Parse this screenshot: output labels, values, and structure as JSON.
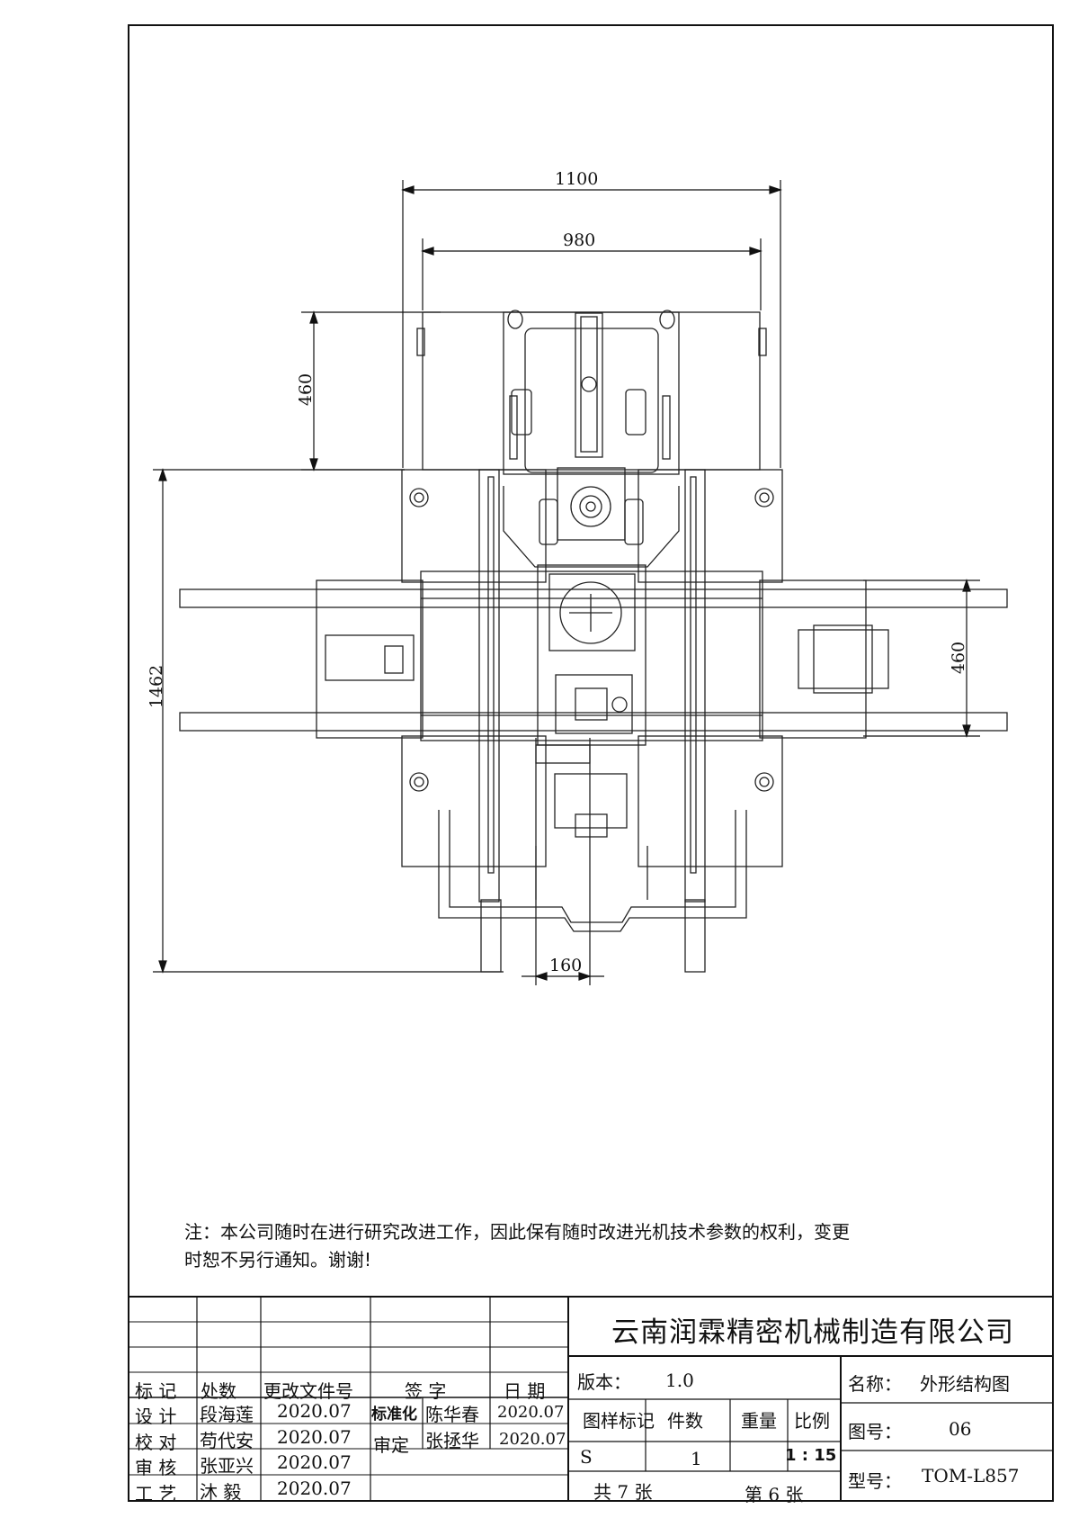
{
  "dimensions": {
    "overall_width": "1100",
    "inner_width": "980",
    "top_height": "460",
    "overall_height": "1462",
    "rail_spacing": "460",
    "spindle_offset": "160"
  },
  "note": {
    "line1": "注：本公司随时在进行研究改进工作，因此保有随时改进光机技术参数的权利，变更",
    "line2": "时恕不另行通知。谢谢!"
  },
  "title_block": {
    "company": "云南润霖精密机械制造有限公司",
    "headers": {
      "mark": "标 记",
      "count": "处数",
      "change_doc": "更改文件号",
      "signature": "签 字",
      "date": "日 期"
    },
    "roles": [
      {
        "role": "设 计",
        "name": "段海莲",
        "date": "2020.07"
      },
      {
        "role": "校 对",
        "name": "苟代安",
        "date": "2020.07"
      },
      {
        "role": "审 核",
        "name": "张亚兴",
        "date": "2020.07"
      },
      {
        "role": "工 艺",
        "name": "沐 毅",
        "date": "2020.07"
      }
    ],
    "approvals": [
      {
        "role": "标准化",
        "name": "陈华春",
        "date": "2020.07"
      },
      {
        "role": "审定",
        "name": "张拯华",
        "date": "2020.07"
      }
    ],
    "version_label": "版本：",
    "version_value": "1.0",
    "pattern_mark_label": "图样标记",
    "pieces_label": "件数",
    "weight_label": "重量",
    "scale_label": "比例",
    "pattern_mark_value": "S",
    "pieces_value": "1",
    "scale_value": "1 : 15",
    "total_sheets": "共 7 张",
    "sheet_no": "第 6 张",
    "name_label": "名称：",
    "name_value": "外形结构图",
    "drawing_no_label": "图号：",
    "drawing_no_value": "06",
    "model_label": "型号：",
    "model_value": "TOM-L857"
  }
}
